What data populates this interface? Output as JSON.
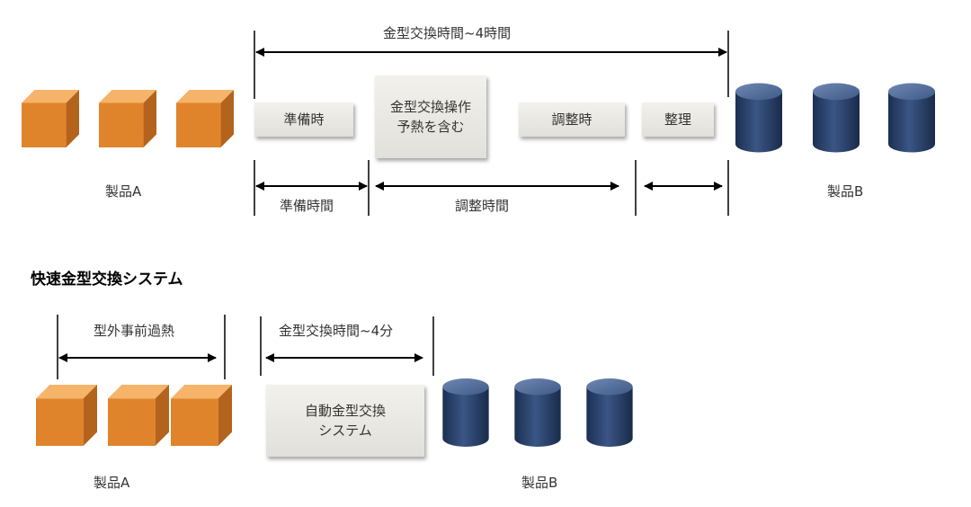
{
  "top": {
    "total_time_label": "金型交換時間~4時間",
    "product_a_label": "製品A",
    "product_b_label": "製品B",
    "step_prep": "準備時",
    "step_change_line1": "金型交換操作",
    "step_change_line2": "予熱を含む",
    "step_adjust": "調整時",
    "step_cleanup": "整理",
    "prep_time_label": "準備時間",
    "adjust_time_label": "調整時間"
  },
  "bottom": {
    "section_title": "快速金型交換システム",
    "preheat_label": "型外事前過熱",
    "change_time_label": "金型交換時間~4分",
    "auto_box_line1": "自動金型交換",
    "auto_box_line2": "システム",
    "product_a_label": "製品A",
    "product_b_label": "製品B"
  },
  "colors": {
    "cube": "#e0842c",
    "cylinder": "#2a4470",
    "arrow": "#000000",
    "box": "#e8e7e2"
  }
}
